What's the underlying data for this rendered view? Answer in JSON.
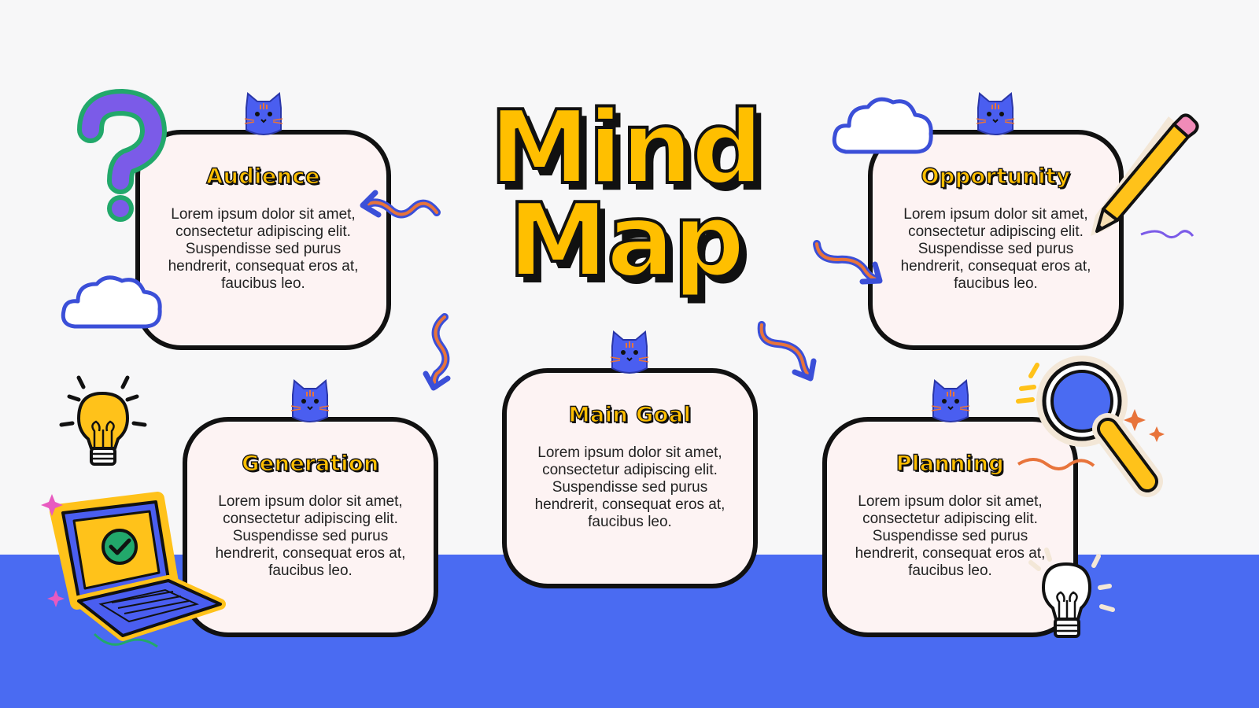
{
  "title": {
    "line1": "Mind",
    "line2": "Map"
  },
  "nodes": {
    "audience": {
      "heading": "Audience",
      "text": "Lorem ipsum dolor sit amet, consectetur adipiscing elit. Suspendisse sed purus hendrerit, consequat eros at, faucibus leo."
    },
    "opportunity": {
      "heading": "Opportunity",
      "text": "Lorem ipsum dolor sit amet, consectetur adipiscing elit. Suspendisse sed purus hendrerit, consequat eros at, faucibus leo."
    },
    "main_goal": {
      "heading": "Main Goal",
      "text": "Lorem ipsum dolor sit amet, consectetur adipiscing elit. Suspendisse sed purus hendrerit, consequat eros at, faucibus leo."
    },
    "generation": {
      "heading": "Generation",
      "text": "Lorem ipsum dolor sit amet, consectetur adipiscing elit. Suspendisse sed purus hendrerit, consequat eros at, faucibus leo."
    },
    "planning": {
      "heading": "Planning",
      "text": "Lorem ipsum dolor sit amet, consectetur adipiscing elit. Suspendisse sed purus hendrerit, consequat eros at, faucibus leo."
    }
  },
  "colors": {
    "accent_yellow": "#ffbf00",
    "band_blue": "#4a6bf2",
    "arrow_orange": "#e8743b",
    "outline": "#111111"
  },
  "icons": [
    "question-mark-icon",
    "cloud-icon",
    "cat-icon",
    "pencil-icon",
    "lightbulb-icon",
    "laptop-icon",
    "checkmark-icon",
    "magnifier-icon",
    "sparkle-icon",
    "squiggle-arrow-icon"
  ]
}
